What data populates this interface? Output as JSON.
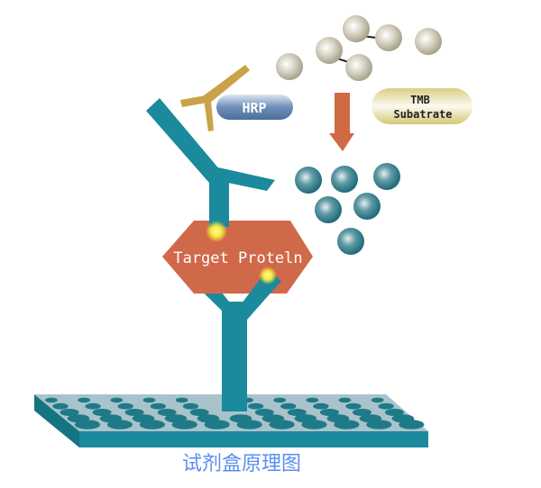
{
  "labels": {
    "hrp": "HRP",
    "tmb_line1": "TMB",
    "tmb_line2": "Subatrate",
    "target_protein": "Target Proteln",
    "caption": "试剂盒原理图"
  },
  "colors": {
    "antibody": "#1a8a9c",
    "secondary_antibody": "#c9a24a",
    "protein": "#d0694a",
    "plate_top": "#a9c3cc",
    "plate_edge": "#1a8a9c",
    "arrow": "#cf6a43",
    "caption": "#5b8ef0",
    "substrate_bead": "#c8c4b2",
    "product_bead": "#2e7f8f",
    "binding_spot": "#f5e93a"
  }
}
